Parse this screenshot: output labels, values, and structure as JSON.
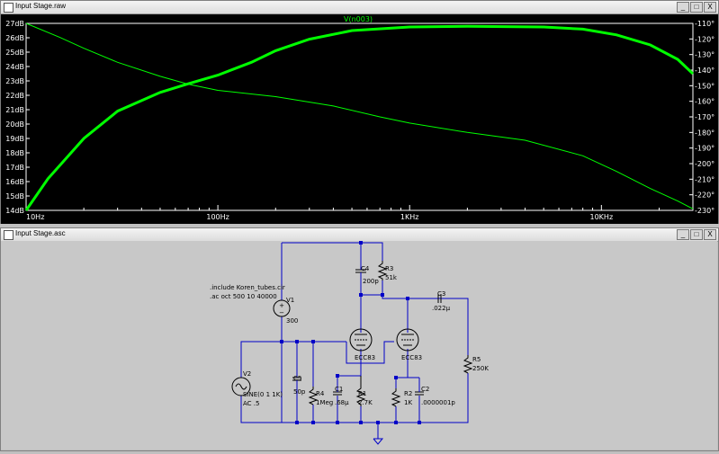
{
  "plot_window": {
    "title": "Input Stage.raw",
    "controls": [
      "_",
      "□",
      "X"
    ],
    "trace_label": "V(n003)",
    "colors": {
      "background": "#000000",
      "trace": "#00ff00",
      "text": "#ffffff"
    }
  },
  "chart_data": {
    "type": "line",
    "title": "V(n003)",
    "xlabel": "",
    "ylabel": "",
    "x_scale": "log",
    "xlim": [
      10,
      30000
    ],
    "x_ticks": [
      "10Hz",
      "100Hz",
      "1KHz",
      "10KHz"
    ],
    "y_left_ticks": [
      "27dB",
      "26dB",
      "25dB",
      "24dB",
      "23dB",
      "22dB",
      "21dB",
      "20dB",
      "19dB",
      "18dB",
      "17dB",
      "16dB",
      "15dB",
      "14dB"
    ],
    "ylim_left": [
      14,
      27
    ],
    "y_right_ticks": [
      "-110°",
      "-120°",
      "-130°",
      "-140°",
      "-150°",
      "-160°",
      "-170°",
      "-180°",
      "-190°",
      "-200°",
      "-210°",
      "-220°",
      "-230°"
    ],
    "ylim_right": [
      -230,
      -110
    ],
    "grid": false,
    "series": [
      {
        "name": "magnitude",
        "axis": "left",
        "x": [
          10,
          13,
          20,
          30,
          50,
          70,
          100,
          150,
          200,
          300,
          500,
          1000,
          2000,
          5000,
          8000,
          12000,
          18000,
          25000,
          30000
        ],
        "y": [
          14.0,
          16.2,
          19.0,
          20.9,
          22.2,
          22.8,
          23.4,
          24.3,
          25.1,
          25.9,
          26.5,
          26.75,
          26.8,
          26.75,
          26.6,
          26.2,
          25.5,
          24.5,
          23.5
        ]
      },
      {
        "name": "phase",
        "axis": "right",
        "x": [
          10,
          15,
          20,
          30,
          50,
          70,
          100,
          200,
          400,
          700,
          1000,
          2000,
          4000,
          8000,
          12000,
          18000,
          25000,
          30000
        ],
        "y": [
          -110,
          -119,
          -126,
          -135,
          -144,
          -149,
          -153,
          -157,
          -163,
          -170,
          -174,
          -180,
          -185,
          -195,
          -205,
          -216,
          -224,
          -229
        ]
      }
    ]
  },
  "schematic_window": {
    "title": "Input Stage.asc",
    "controls": [
      "_",
      "□",
      "X"
    ],
    "directives": [
      ".include Koren_tubes.cir",
      ".ac oct 500 10 40000"
    ],
    "components": {
      "c4": {
        "name": "C4",
        "value": "200p"
      },
      "r3": {
        "name": "R3",
        "value": "51k"
      },
      "c3": {
        "name": "C3",
        "value": ".022µ"
      },
      "v1": {
        "name": "V1",
        "value": "300"
      },
      "v2": {
        "name": "V2",
        "value1": "SINE(0 1 1K)",
        "value2": "AC .5"
      },
      "c5": {
        "name": "C5",
        "value": "50p"
      },
      "r4": {
        "name": "R4",
        "value": "1Meg"
      },
      "c1": {
        "name": "C1",
        "value": ".68µ"
      },
      "r1": {
        "name": "R1",
        "value": "2.7K"
      },
      "r2": {
        "name": "R2",
        "value": "1K"
      },
      "c2": {
        "name": "C2",
        "value": ".0000001p"
      },
      "r5": {
        "name": "R5",
        "value": "250K"
      },
      "tube1": {
        "name": "ECC83"
      },
      "tube2": {
        "name": "ECC83"
      }
    }
  }
}
